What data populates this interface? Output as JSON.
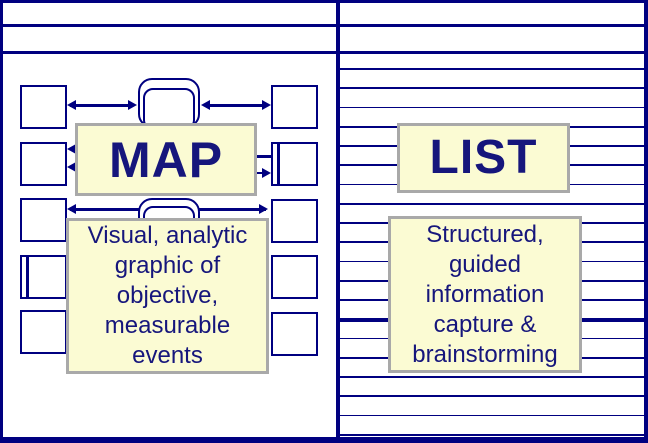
{
  "colors": {
    "line_navy": "#000080",
    "text_navy": "#16167C",
    "label_fill": "#FBFBD3",
    "label_border": "#A9A9A9",
    "background": "#FFFFFF"
  },
  "left_panel": {
    "title": "MAP",
    "description": "Visual, analytic\ngraphic of\nobjective,\nmeasurable\nevents"
  },
  "right_panel": {
    "title": "LIST",
    "description": "Structured,\nguided\ninformation\ncapture &\nbrainstorming"
  }
}
